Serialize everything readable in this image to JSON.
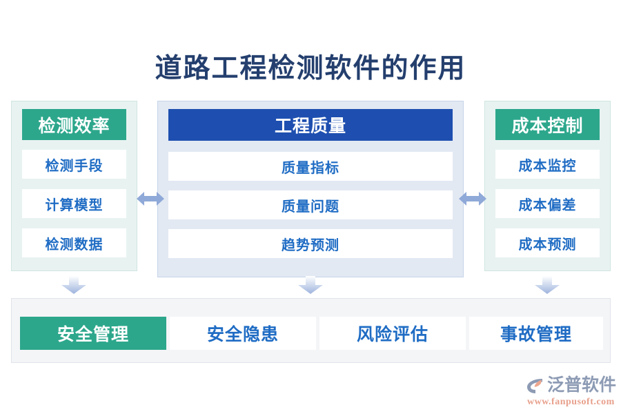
{
  "page": {
    "title": "道路工程检测软件的作用",
    "background": "#ffffff",
    "title_color": "#243f6e"
  },
  "colors": {
    "green": "#2da78c",
    "blue_header": "#1e4fb0",
    "item_text": "#1f6cc4",
    "green_panel_bg": "#e8f3f1",
    "blue_panel_bg": "#e2e9f3",
    "bottom_panel_bg": "#f4f5f7",
    "arrow": "#8fa9d8",
    "logo_word": "#8d9bb4",
    "logo_url": "#e8a08c"
  },
  "columns": [
    {
      "id": "detection-efficiency",
      "header": "检测效率",
      "header_style": "green",
      "items": [
        "检测手段",
        "计算模型",
        "检测数据"
      ]
    },
    {
      "id": "engineering-quality",
      "header": "工程质量",
      "header_style": "blue",
      "items": [
        "质量指标",
        "质量问题",
        "趋势预测"
      ]
    },
    {
      "id": "cost-control",
      "header": "成本控制",
      "header_style": "green",
      "items": [
        "成本监控",
        "成本偏差",
        "成本预测"
      ]
    }
  ],
  "connectors": {
    "horizontal": [
      {
        "id": "left-center-link",
        "icon": "double-arrow-horizontal"
      },
      {
        "id": "center-right-link",
        "icon": "double-arrow-horizontal"
      }
    ],
    "vertical": [
      {
        "id": "left-down-link",
        "icon": "arrow-down"
      },
      {
        "id": "center-down-link",
        "icon": "arrow-down"
      },
      {
        "id": "right-down-link",
        "icon": "arrow-down"
      }
    ]
  },
  "bottom_row": {
    "id": "safety-management-row",
    "cells": [
      {
        "label": "安全管理",
        "highlight": true
      },
      {
        "label": "安全隐患",
        "highlight": false
      },
      {
        "label": "风险评估",
        "highlight": false
      },
      {
        "label": "事故管理",
        "highlight": false
      }
    ]
  },
  "logo": {
    "name": "泛普软件",
    "url": "www.fanpusoft.com",
    "mark": "fanpu-c-mark-icon"
  }
}
